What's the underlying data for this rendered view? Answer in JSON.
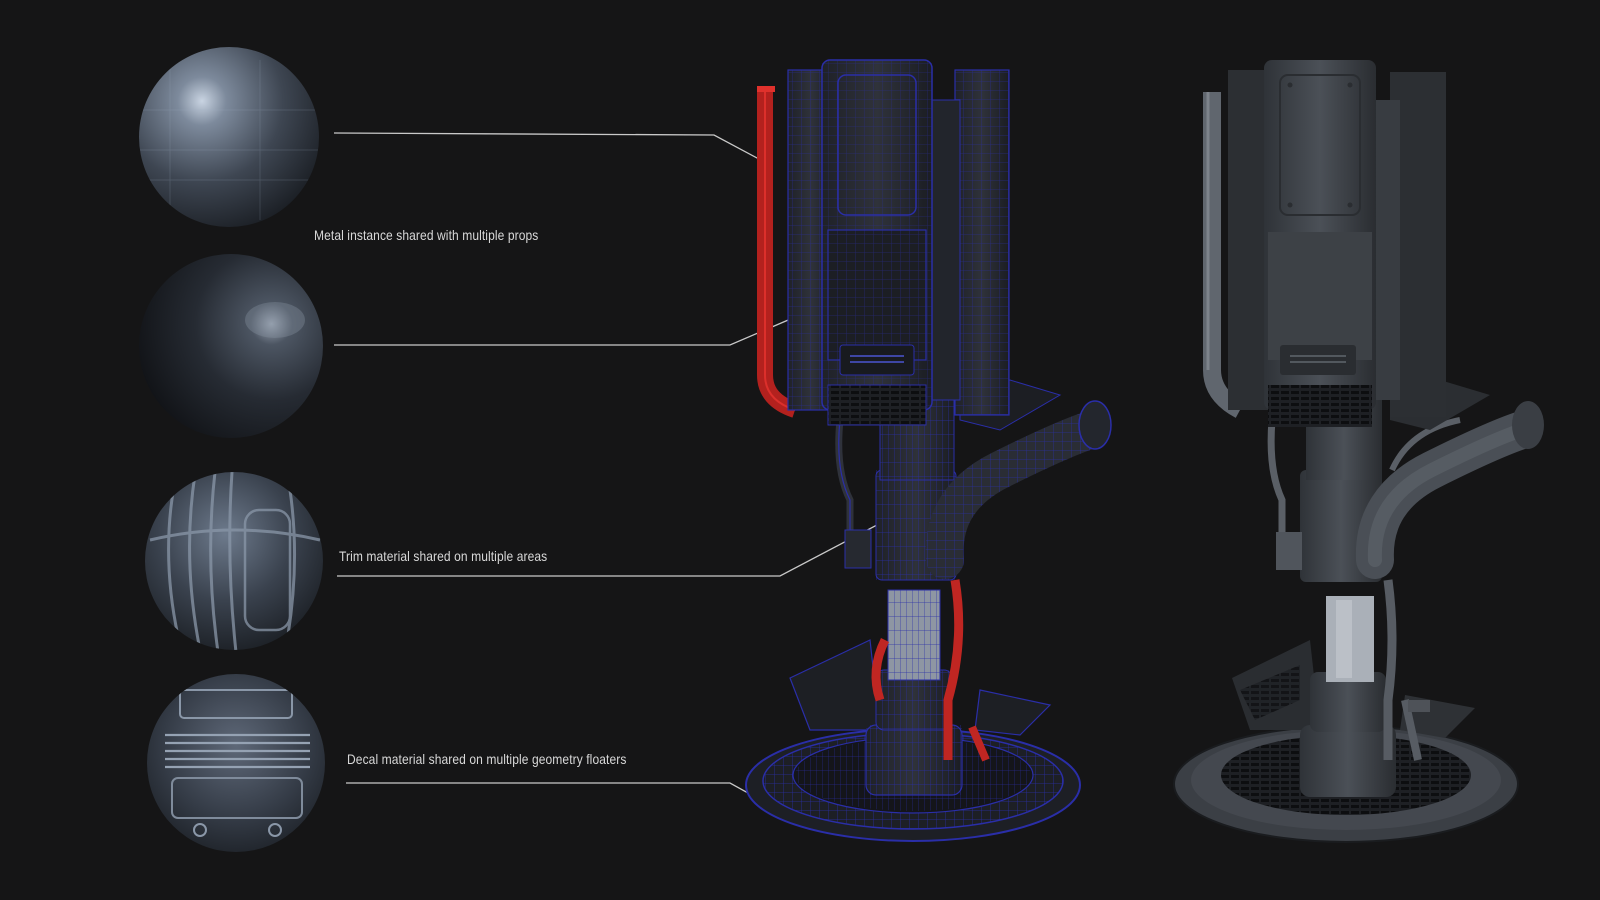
{
  "annotations": [
    {
      "id": "metal",
      "text": "Metal instance shared with multiple props"
    },
    {
      "id": "trim",
      "text": "Trim material shared on multiple areas"
    },
    {
      "id": "decal",
      "text": "Decal material shared on multiple geometry floaters"
    }
  ],
  "colors": {
    "background": "#151516",
    "wireframe": "#2a2ea8",
    "highlight": "#e0312c",
    "leader_line": "#c9c9c9",
    "clay": "#4a5058"
  },
  "icons": {
    "material_spheres": [
      "metal-sphere-icon",
      "dark-metal-sphere-icon",
      "trim-sphere-icon",
      "decal-sphere-icon"
    ],
    "models": [
      "wireframe-prop-model",
      "clay-prop-model"
    ]
  }
}
